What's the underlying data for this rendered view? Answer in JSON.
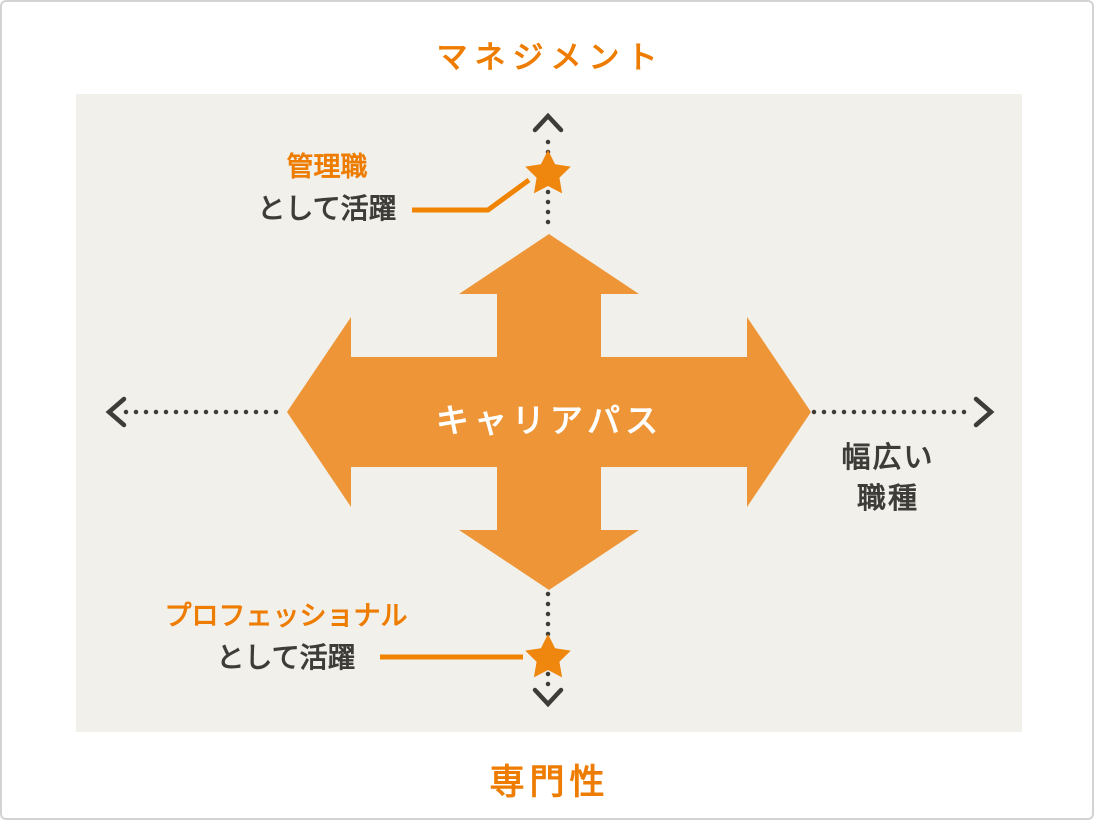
{
  "colors": {
    "card-bg": "#ffffff",
    "card-border": "#d3d3d5",
    "panel-bg": "#f2f0eb",
    "accent-orange": "#ed7c00",
    "cross-orange": "#ee9637",
    "star-orange": "#ef870f",
    "connector-orange": "#f08300",
    "ink": "#3e3c38",
    "center-text": "#ffffff"
  },
  "titles": {
    "top": "マネジメント",
    "bottom": "専門性"
  },
  "center": {
    "label": "キャリアパス"
  },
  "annotations": {
    "top": {
      "emphasis": "管理職",
      "rest": "として活躍"
    },
    "bottom": {
      "emphasis": "プロフェッショナル",
      "rest": "として活躍"
    },
    "right": {
      "line1": "幅広い",
      "line2": "職種"
    }
  },
  "icons": {
    "four_way_arrow": "four-way cross arrow",
    "star": "five-pointed star",
    "axis_arrowheads": "chevron arrowheads on dotted axes"
  }
}
